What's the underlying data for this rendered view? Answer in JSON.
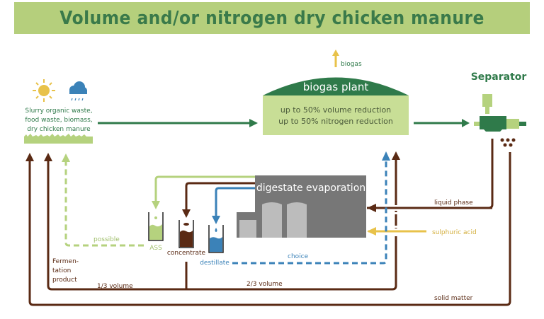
{
  "title": "Volume and/or nitrogen dry chicken manure",
  "colors": {
    "dark_green": "#2f7a4a",
    "light_green": "#b5d27e",
    "brown": "#5a2a14",
    "blue": "#3b82b8",
    "yellow": "#e8c24a",
    "gray": "#777777",
    "light_gray": "#bcbcbc"
  },
  "source": {
    "icons": [
      "sun-icon",
      "rain-cloud-icon",
      "grass-icon"
    ],
    "lines": [
      "Slurry organic waste,",
      "food waste, biomass,",
      "dry chicken manure"
    ]
  },
  "biogas_plant": {
    "title": "biogas plant",
    "lines": [
      "up to 50% volume reduction",
      "up to 50% nitrogen reduction"
    ],
    "output_label": "biogas"
  },
  "separator": {
    "title": "Separator"
  },
  "evaporation": {
    "title": "digestate evaporation"
  },
  "products": {
    "ass": "ASS",
    "concentrate": "concentrate",
    "destillate": "destillate"
  },
  "flow_labels": {
    "liquid_phase": "liquid phase",
    "sulphuric_acid": "sulphuric acid",
    "choice": "choice",
    "possible": "possible",
    "fermentation": [
      "Fermen-",
      "tation",
      "product"
    ],
    "one_third": "1/3 volume",
    "two_thirds": "2/3 volume",
    "solid_matter": "solid matter"
  }
}
